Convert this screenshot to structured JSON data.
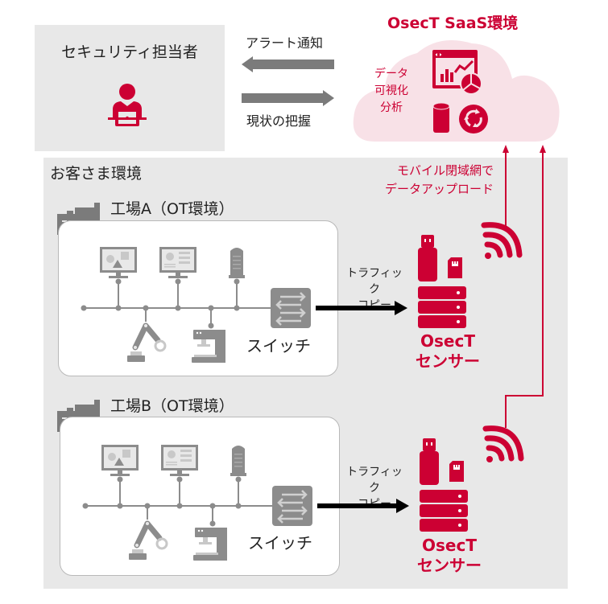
{
  "security_officer": {
    "label": "セキュリティ担当者"
  },
  "arrows": {
    "alert": "アラート通知",
    "status": "現状の把握"
  },
  "saas": {
    "title": "OsecT SaaS環境",
    "desc_lines": [
      "データ",
      "可視化",
      "分析"
    ]
  },
  "customer_env": {
    "label": "お客さま環境"
  },
  "upload_note": {
    "lines": [
      "モバイル閉域網で",
      "データアップロード"
    ]
  },
  "factories": [
    {
      "label": "工場A（OT環境）",
      "switch_label": "スイッチ",
      "traffic_lines": [
        "トラフィック",
        "コピー"
      ],
      "sensor_lines": [
        "OsecT",
        "センサー"
      ]
    },
    {
      "label": "工場B（OT環境）",
      "switch_label": "スイッチ",
      "traffic_lines": [
        "トラフィック",
        "コピー"
      ],
      "sensor_lines": [
        "OsecT",
        "センサー"
      ]
    }
  ],
  "colors": {
    "accent": "#cc0033",
    "cloud": "#f8e1e7",
    "panel": "#e8e8e8",
    "icon_grey": "#8c8c8c"
  }
}
